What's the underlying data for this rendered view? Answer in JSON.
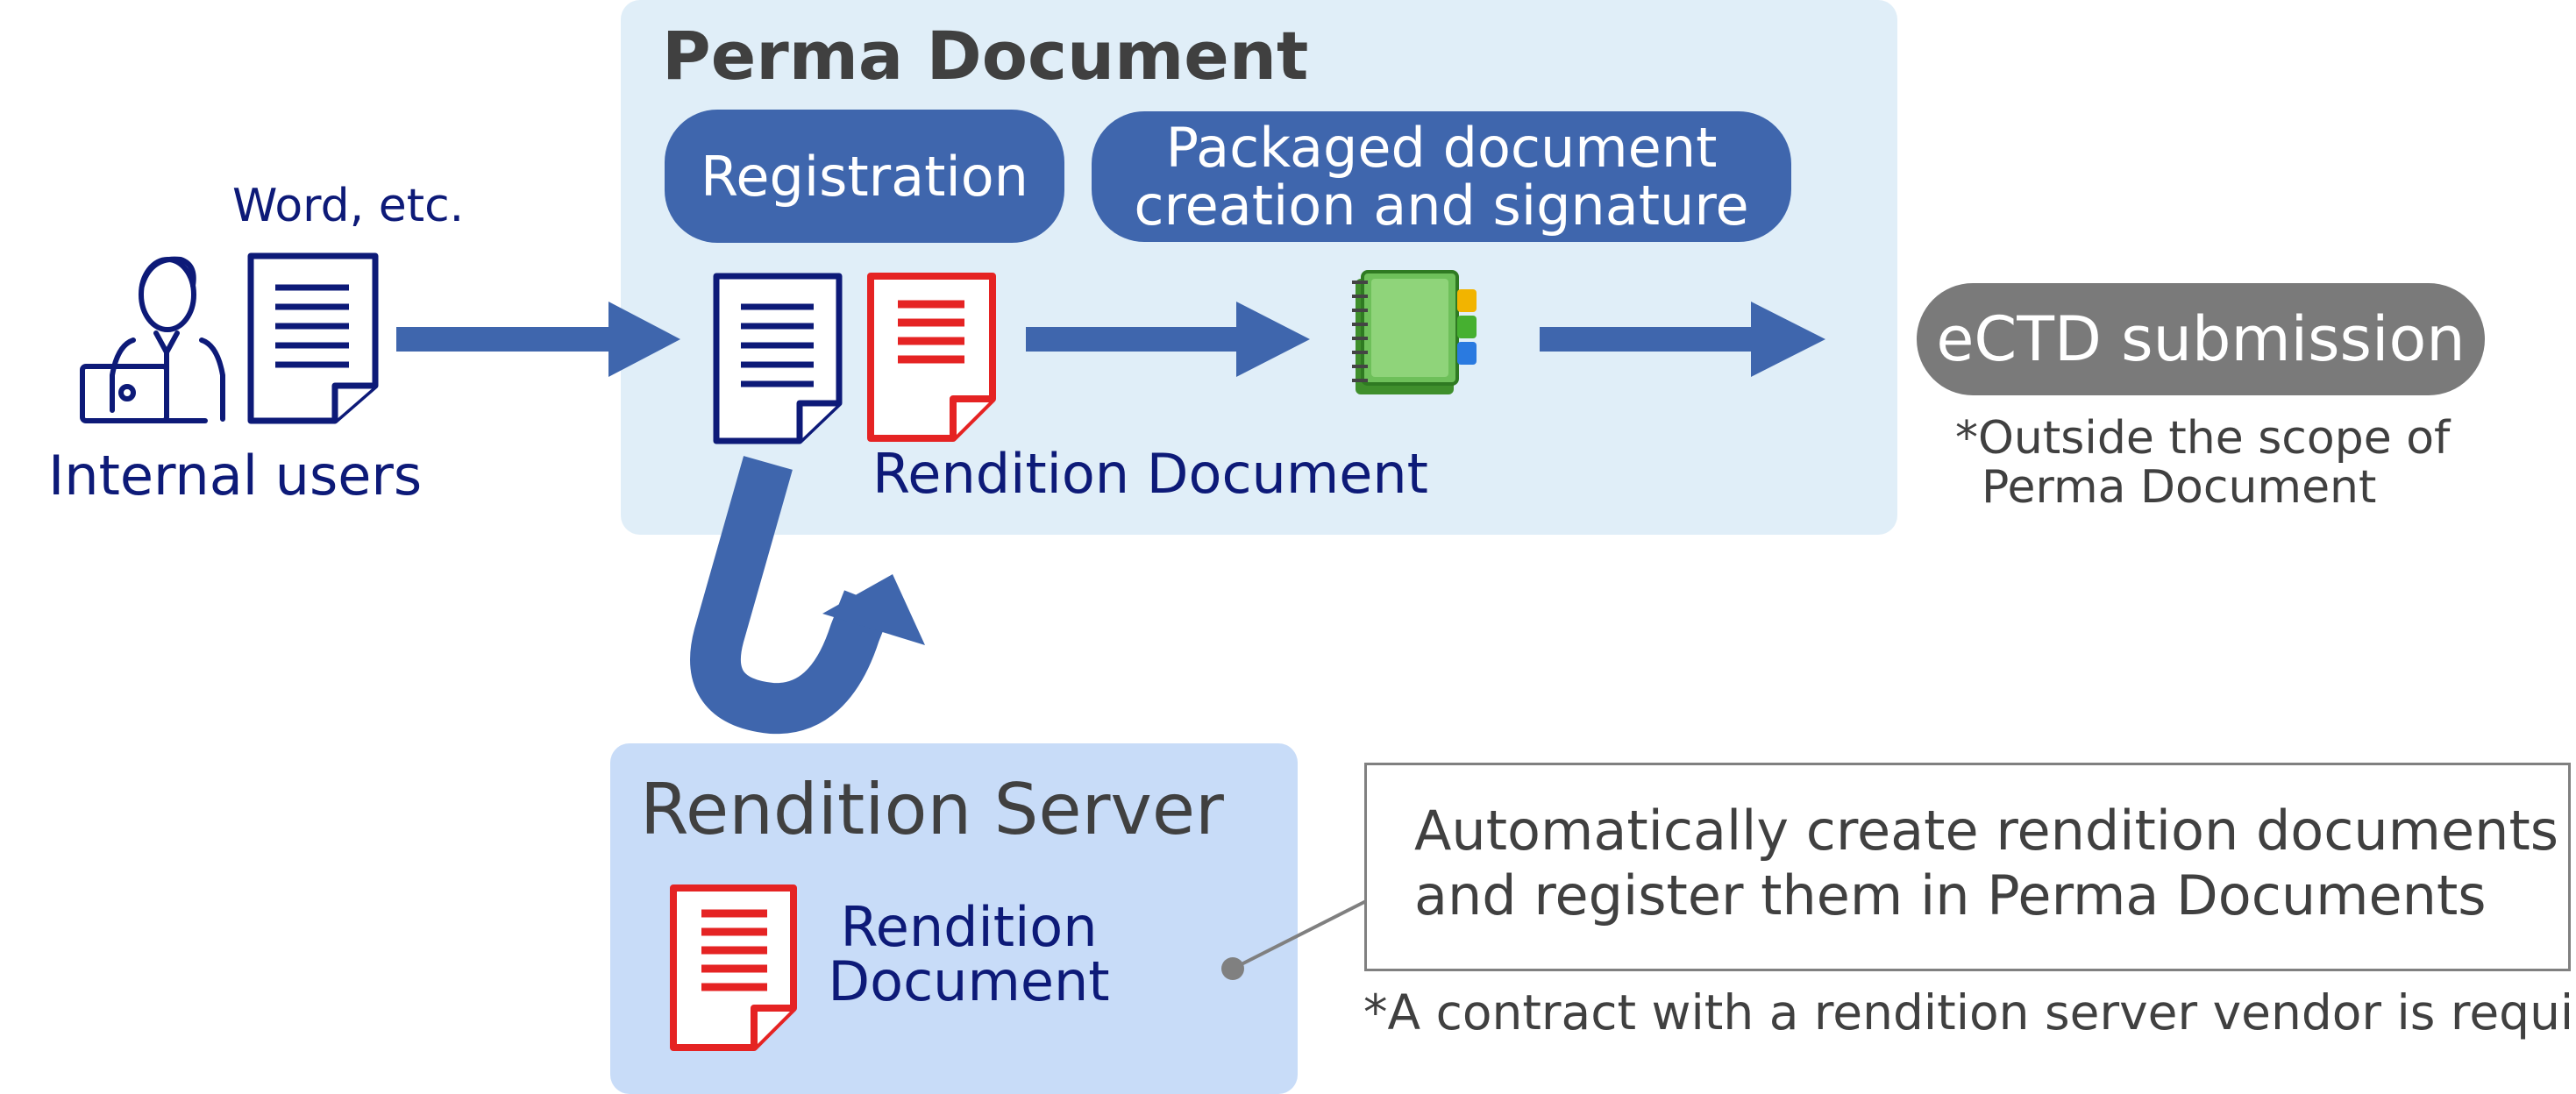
{
  "perma": {
    "title": "Perma Document",
    "registration": "Registration",
    "packaging_line1": "Packaged document",
    "packaging_line2": "creation and signature",
    "rendition_label": "Rendition Document"
  },
  "left": {
    "word_label": "Word, etc.",
    "users_label": "Internal users"
  },
  "ectd": {
    "label": "eCTD submission",
    "note_line1": "*Outside the scope of",
    "note_line2": "Perma Document"
  },
  "server": {
    "title": "Rendition Server",
    "rendition_line1": "Rendition",
    "rendition_line2": "Document"
  },
  "callout": {
    "line1": "Automatically create rendition documents",
    "line2": "and register them in Perma Documents"
  },
  "contract_note": "*A contract with a rendition server vendor is required",
  "colors": {
    "arrow": "#3f66ad",
    "navy": "#0d1a78",
    "red": "#e52323",
    "perma_bg": "#e0eef8",
    "server_bg": "#c8dcf8",
    "ectd_pill": "#7a7a7a"
  },
  "icons": [
    "user-with-laptop-icon",
    "word-document-icon",
    "document-icon",
    "pdf-rendition-icon",
    "binder-icon"
  ]
}
